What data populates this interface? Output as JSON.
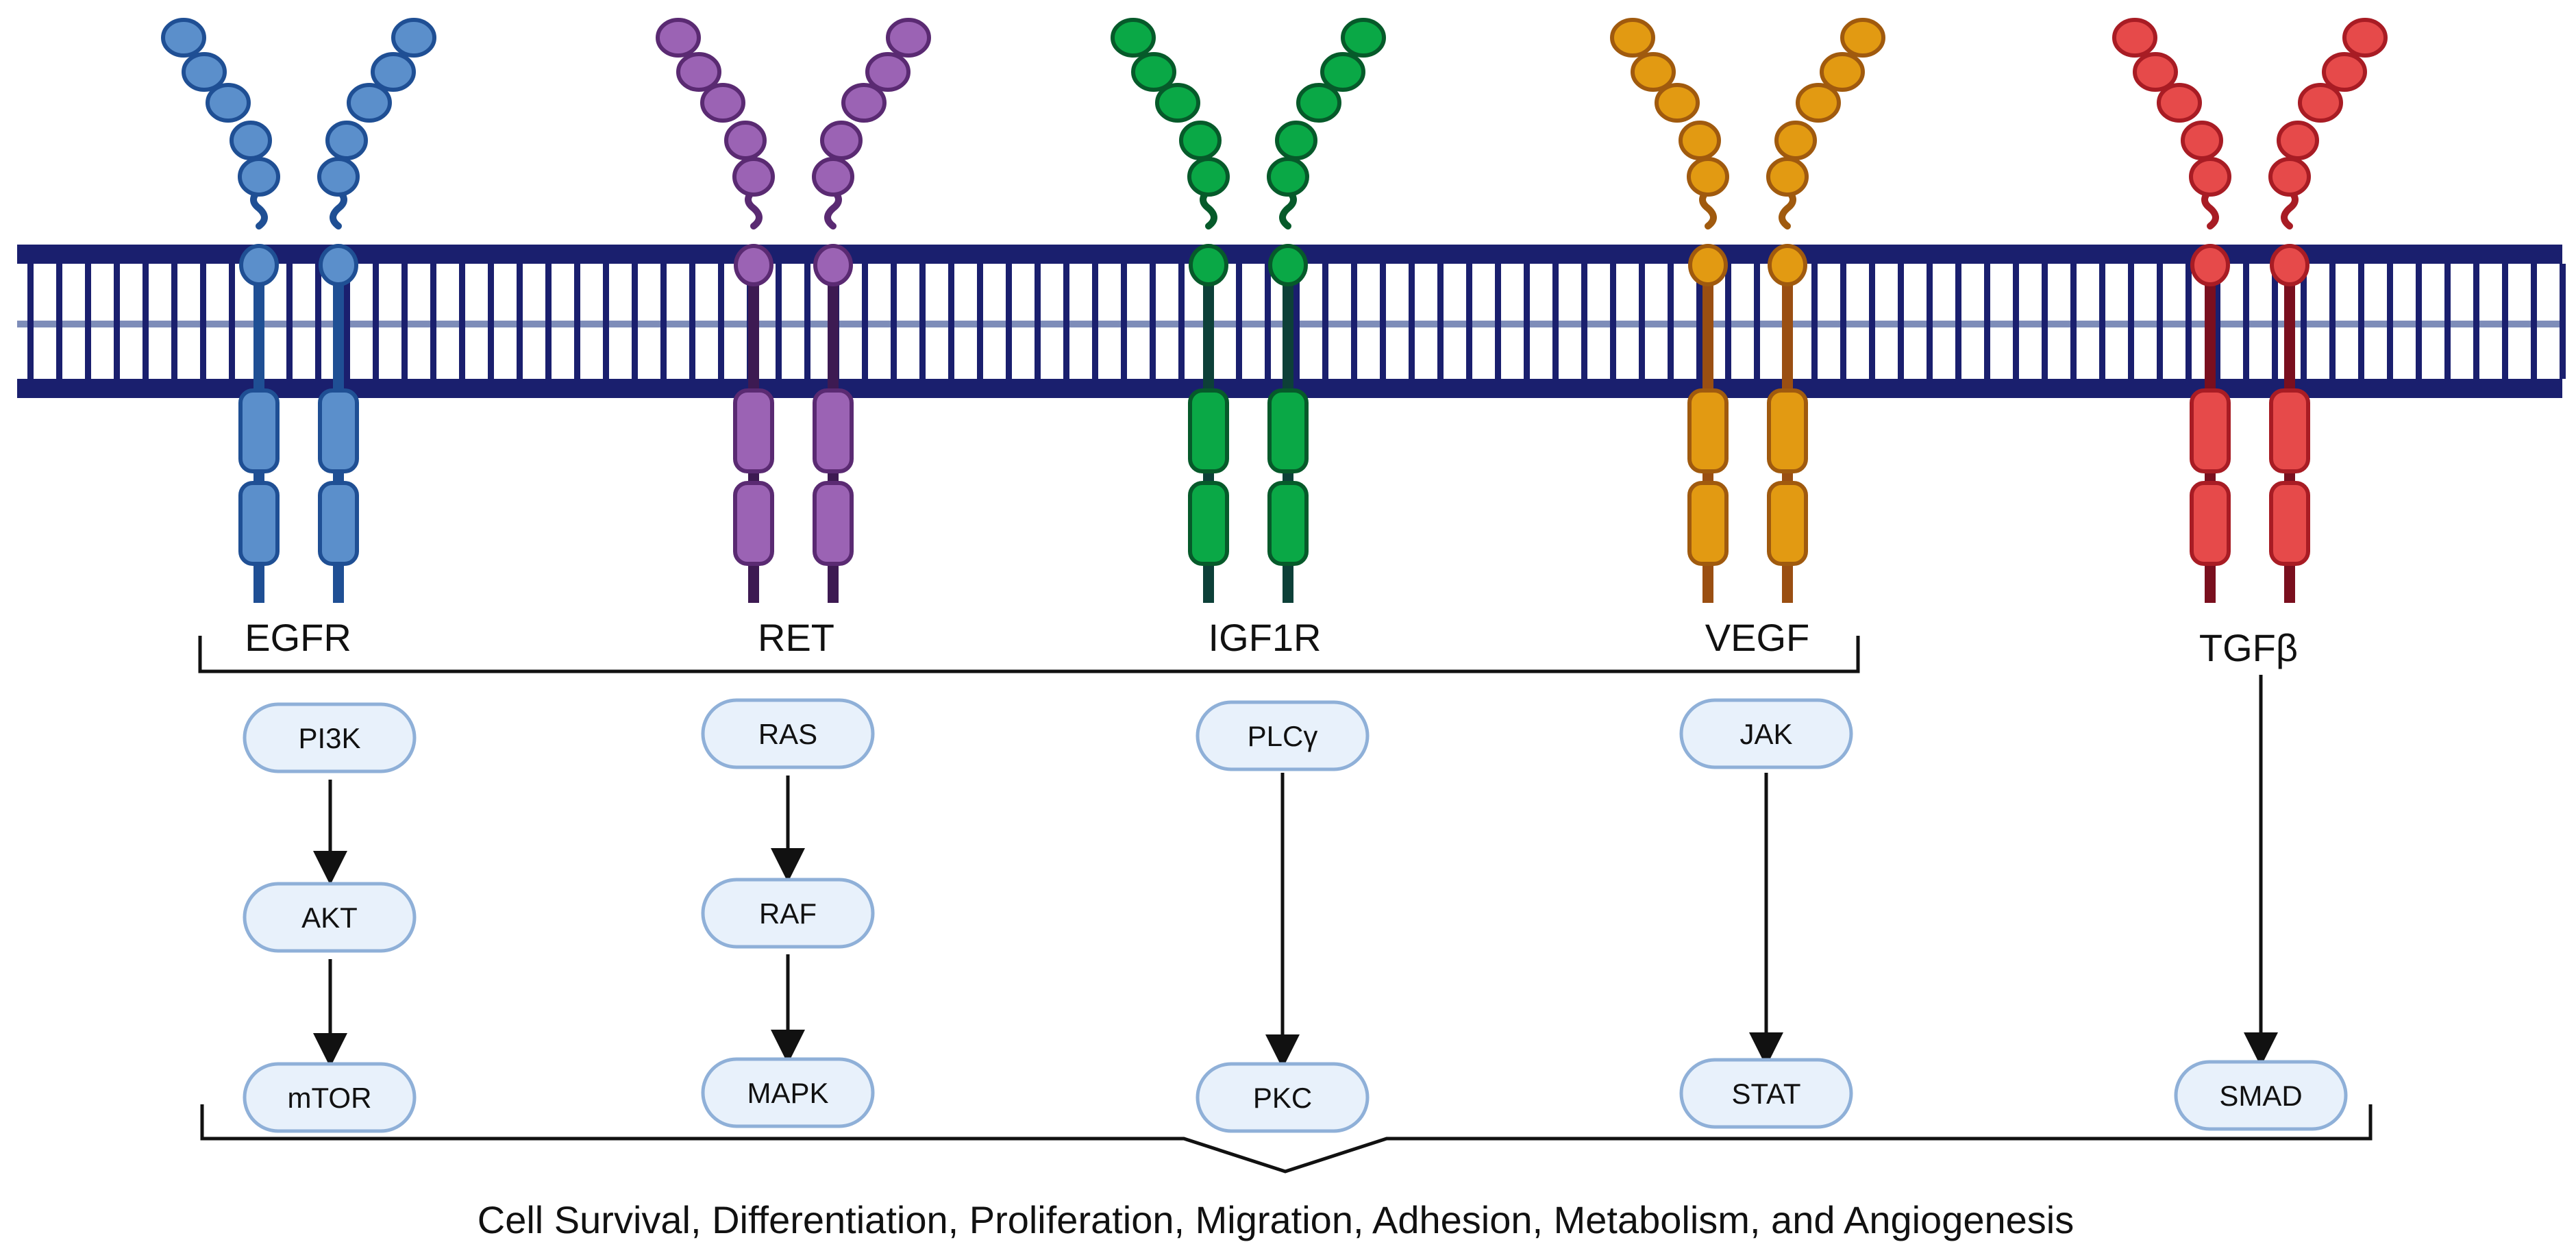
{
  "receptors": [
    {
      "label": "EGFR",
      "fill": "#5b8fcb",
      "stroke": "#1f4f94",
      "tail": "#1f4f94"
    },
    {
      "label": "RET",
      "fill": "#9b63b4",
      "stroke": "#5a2a72",
      "tail": "#3d1a52"
    },
    {
      "label": "IGF1R",
      "fill": "#0aa846",
      "stroke": "#065a2a",
      "tail": "#0d4038"
    },
    {
      "label": "VEGF",
      "fill": "#e29a12",
      "stroke": "#a05a0e",
      "tail": "#9a4f12"
    },
    {
      "label": "TGFβ",
      "fill": "#e64a4a",
      "stroke": "#a81c24",
      "tail": "#7a0f1e"
    }
  ],
  "pathways": [
    {
      "nodes": [
        "PI3K",
        "AKT",
        "mTOR"
      ]
    },
    {
      "nodes": [
        "RAS",
        "RAF",
        "MAPK"
      ]
    },
    {
      "nodes": [
        "PLCγ",
        "PKC"
      ]
    },
    {
      "nodes": [
        "JAK",
        "STAT"
      ]
    },
    {
      "nodes": [
        "SMAD"
      ]
    }
  ],
  "outcome": "Cell Survival, Differentiation, Proliferation, Migration, Adhesion, Metabolism, and Angiogenesis",
  "colors": {
    "membrane": "#1a1f6e",
    "membrane_inner": "#14307f",
    "node_fill": "#e8f1fb",
    "node_stroke": "#8fb0d8",
    "line": "#111111"
  }
}
